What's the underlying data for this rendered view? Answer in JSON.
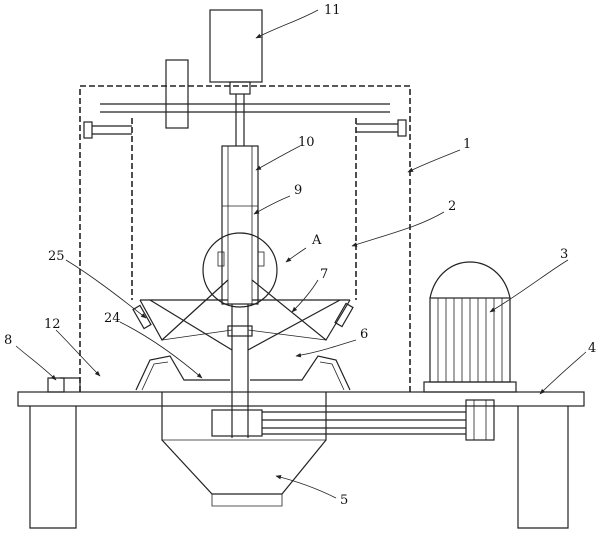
{
  "labels": {
    "l1": "1",
    "l2": "2",
    "l3": "3",
    "l4": "4",
    "l5": "5",
    "l6": "6",
    "l7": "7",
    "l8": "8",
    "l9": "9",
    "l10": "10",
    "l11": "11",
    "l12": "12",
    "l24": "24",
    "l25": "25",
    "lA": "A"
  }
}
